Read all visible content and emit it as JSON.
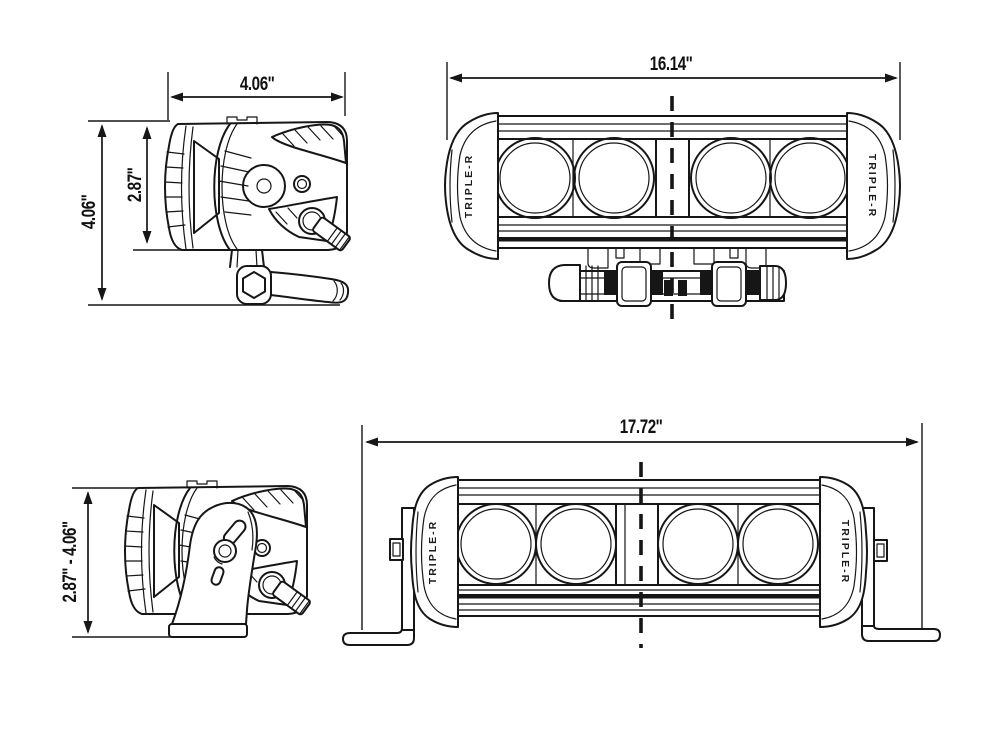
{
  "colors": {
    "line": "#161616",
    "background": "#ffffff"
  },
  "endcap": {
    "brand_text": "TRIPLE-R"
  },
  "dims": {
    "side_top_width": "4.06''",
    "side_top_height_overall": "4.06''",
    "side_top_height_body": "2.87''",
    "front_top_width": "16.14''",
    "side_bottom_height_range": "2.87'' - 4.06''",
    "front_bottom_width": "17.72''"
  }
}
